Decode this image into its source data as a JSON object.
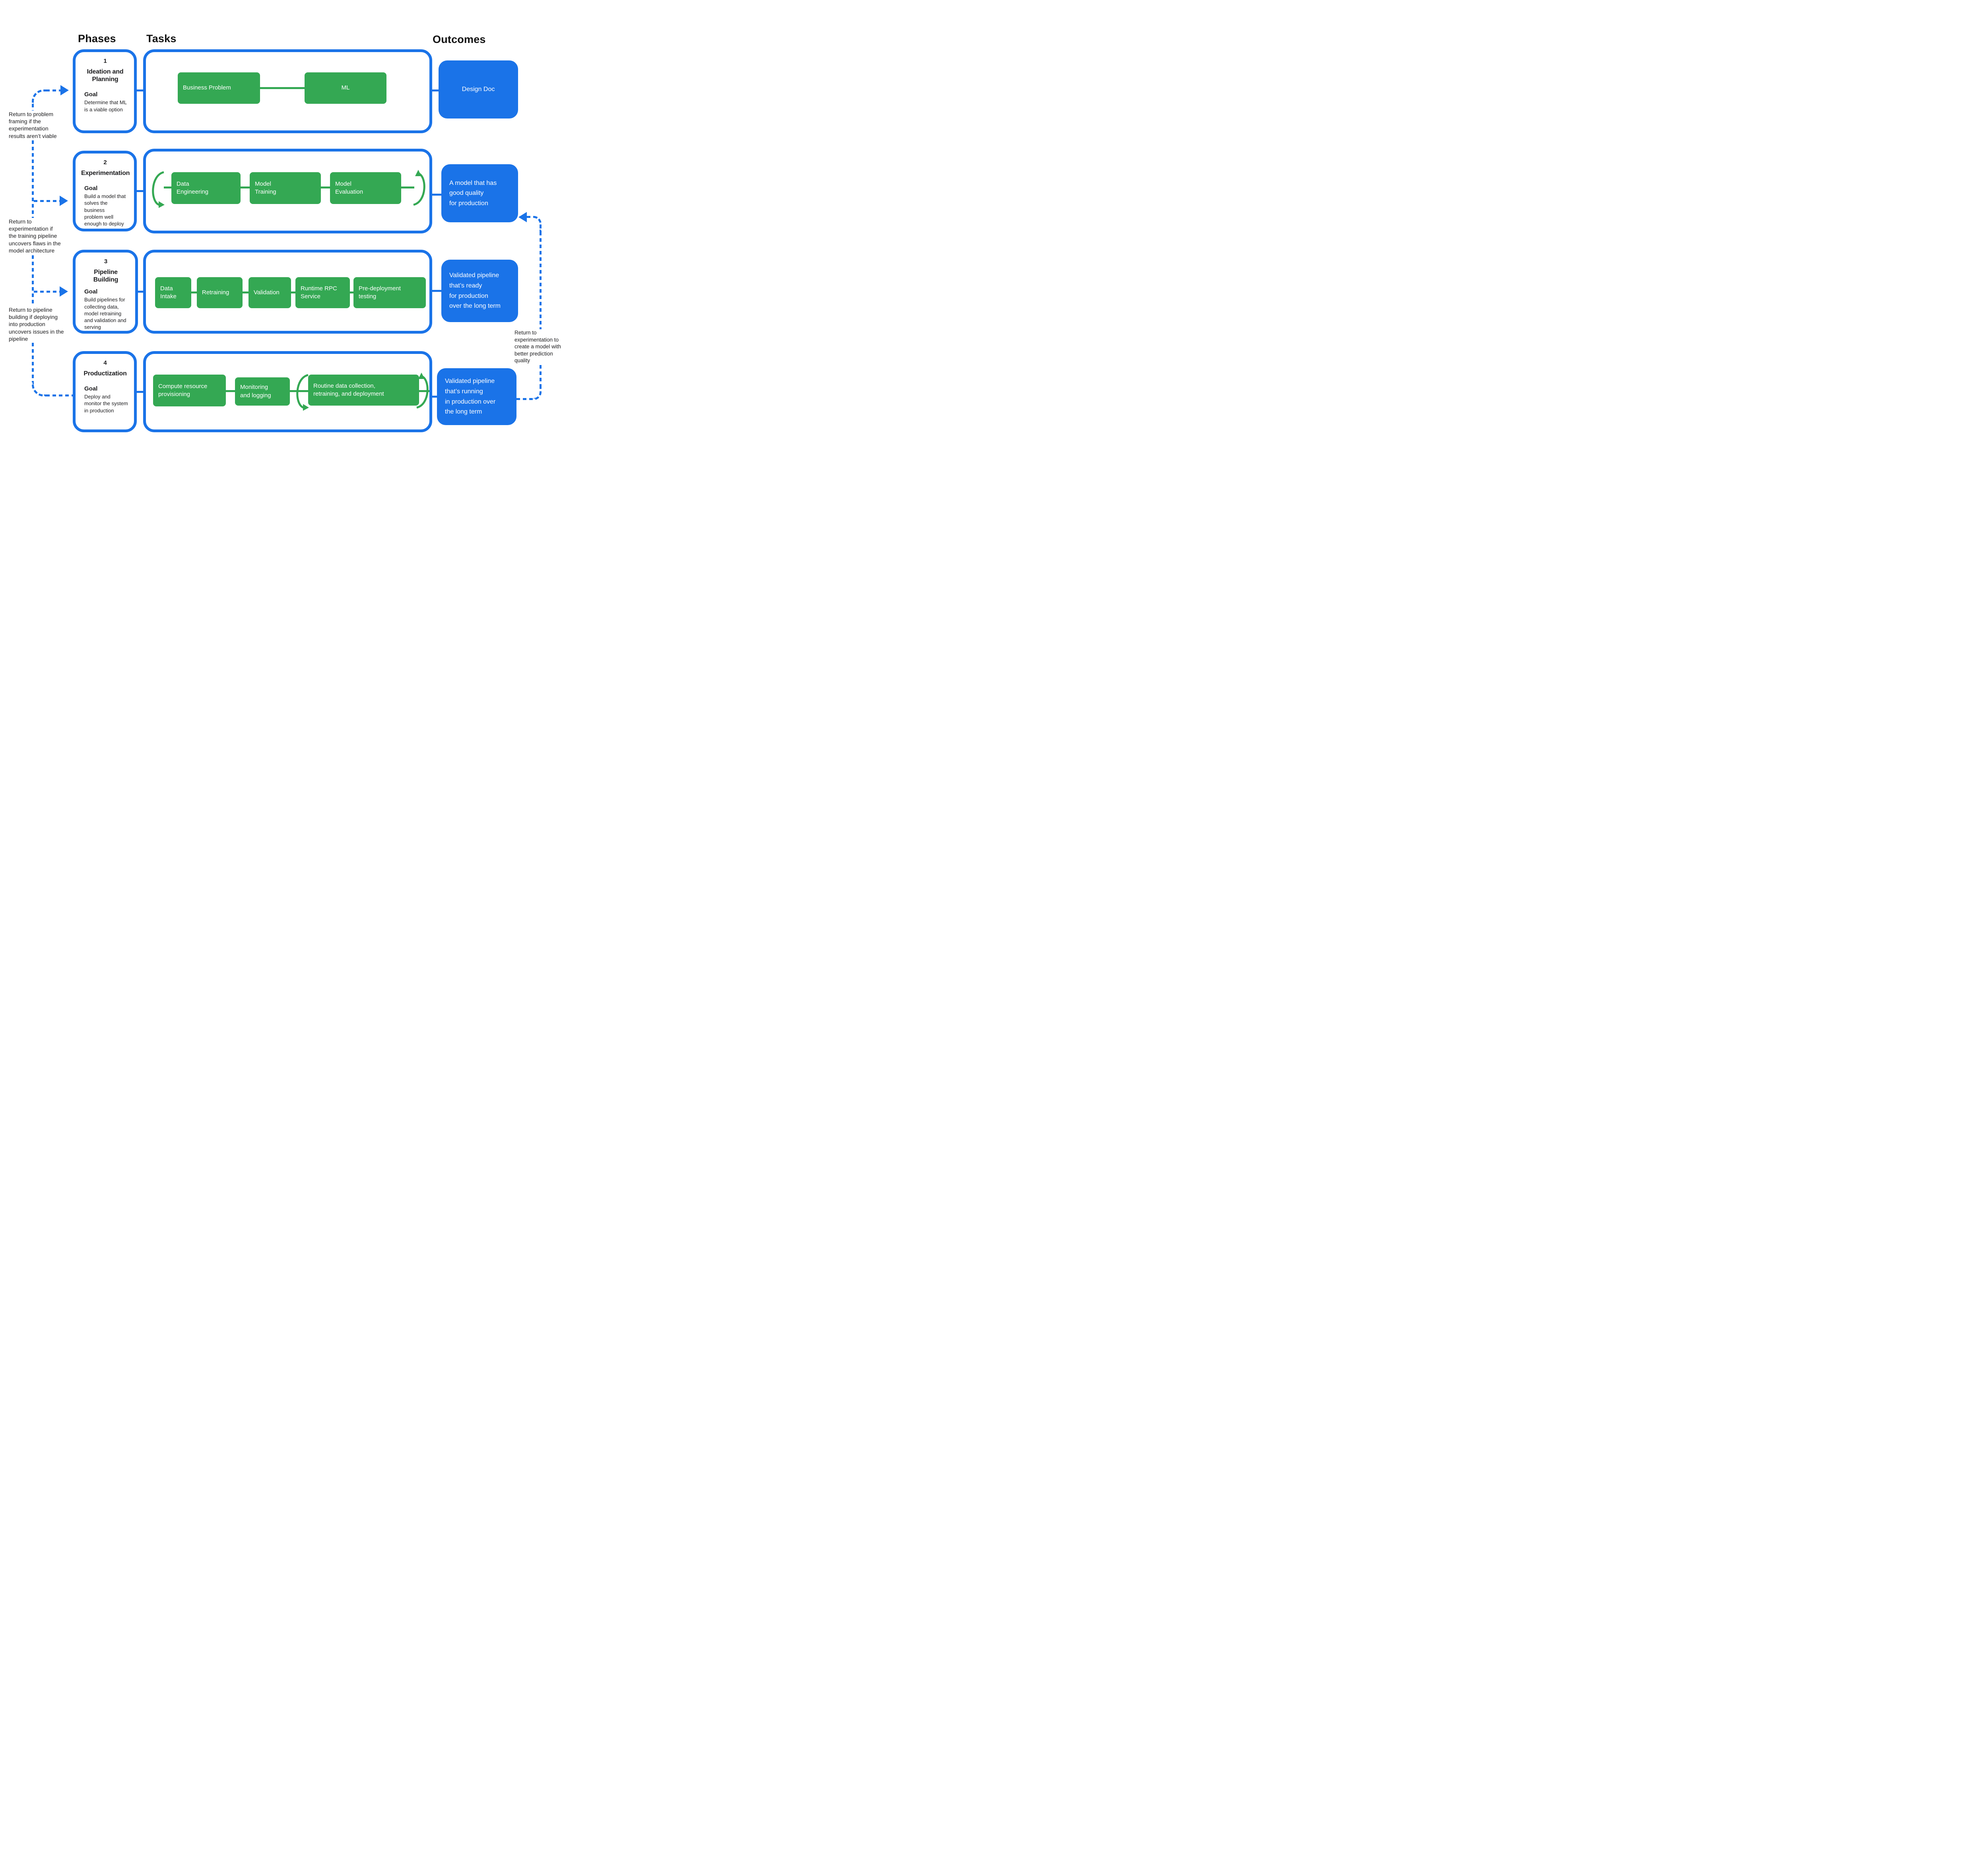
{
  "colors": {
    "task_green": "#34A853",
    "accent_blue": "#1A73E8",
    "text": "#1d1d1f"
  },
  "headers": {
    "phases": "Phases",
    "tasks": "Tasks",
    "outcomes": "Outcomes"
  },
  "phases": [
    {
      "number": "1",
      "title": "Ideation and\nPlanning",
      "goal_label": "Goal",
      "goal": "Determine that ML\nis a viable option",
      "tasks": [
        "Business Problem",
        "ML"
      ],
      "outcome": "Design Doc"
    },
    {
      "number": "2",
      "title": "Experimentation",
      "goal_label": "Goal",
      "goal": "Build a model that\nsolves the business\nproblem well\nenough to deploy",
      "tasks": [
        "Data\nEngineering",
        "Model\nTraining",
        "Model\nEvaluation"
      ],
      "outcome": "A model that has\ngood quality\nfor production"
    },
    {
      "number": "3",
      "title": "Pipeline Building",
      "goal_label": "Goal",
      "goal": "Build pipelines for\ncollecting data,\nmodel retraining\nand validation and\nserving",
      "tasks": [
        "Data\nIntake",
        "Retraining",
        "Validation",
        "Runtime RPC\nService",
        "Pre-deployment\ntesting"
      ],
      "outcome": "Validated pipeline\nthat’s ready\nfor production\nover the long term"
    },
    {
      "number": "4",
      "title": "Productization",
      "goal_label": "Goal",
      "goal": "Deploy and\nmonitor the system\nin production",
      "tasks": [
        "Compute resource\nprovisioning",
        "Monitoring\nand logging",
        "Routine data collection,\nretraining, and deployment"
      ],
      "outcome": "Validated pipeline\nthat’s running\nin production over\nthe long term"
    }
  ],
  "annotations": {
    "left": [
      "Return to problem\nframing if the\nexperimentation\nresults aren’t viable",
      "Return to\nexperimentation if\nthe training pipeline\nuncovers flaws in the\nmodel architecture",
      "Return to pipeline\nbuilding if deploying\ninto production\nuncovers issues in the\npipeline"
    ],
    "right": "Return to\nexperimentation to\ncreate a model with\nbetter prediction\nquality"
  }
}
